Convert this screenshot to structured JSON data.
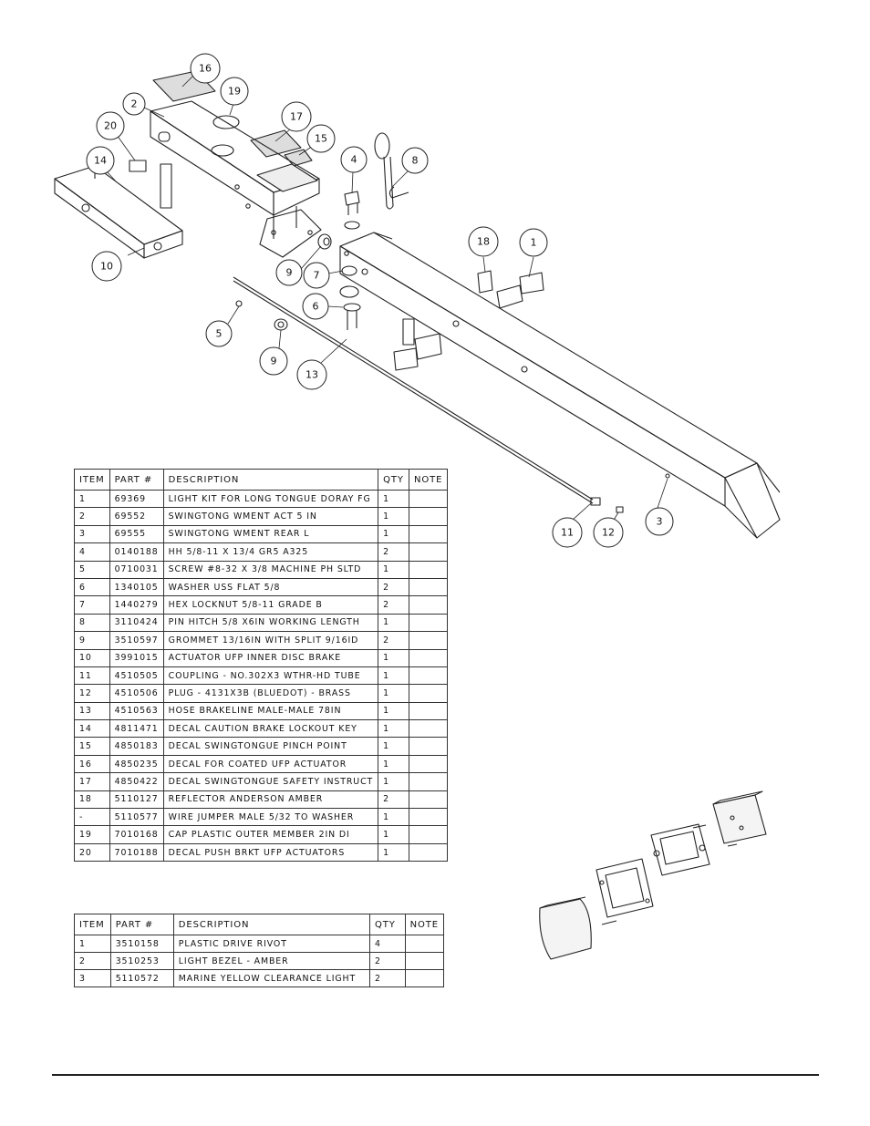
{
  "callouts": [
    {
      "id": "c16",
      "label": "16"
    },
    {
      "id": "c19",
      "label": "19"
    },
    {
      "id": "c2",
      "label": "2"
    },
    {
      "id": "c20",
      "label": "20"
    },
    {
      "id": "c17",
      "label": "17"
    },
    {
      "id": "c15",
      "label": "15"
    },
    {
      "id": "c14",
      "label": "14"
    },
    {
      "id": "c4",
      "label": "4"
    },
    {
      "id": "c8",
      "label": "8"
    },
    {
      "id": "c18",
      "label": "18"
    },
    {
      "id": "c1",
      "label": "1"
    },
    {
      "id": "c10",
      "label": "10"
    },
    {
      "id": "c9a",
      "label": "9"
    },
    {
      "id": "c7",
      "label": "7"
    },
    {
      "id": "c6",
      "label": "6"
    },
    {
      "id": "c5",
      "label": "5"
    },
    {
      "id": "c9b",
      "label": "9"
    },
    {
      "id": "c13",
      "label": "13"
    },
    {
      "id": "c11",
      "label": "11"
    },
    {
      "id": "c12",
      "label": "12"
    },
    {
      "id": "c3",
      "label": "3"
    }
  ],
  "main_table": {
    "headers": [
      "ITEM",
      "PART #",
      "DESCRIPTION",
      "QTY",
      "NOTE"
    ],
    "rows": [
      [
        "1",
        "69369",
        "LIGHT KIT FOR LONG TONGUE DORAY FG",
        "1",
        ""
      ],
      [
        "2",
        "69552",
        "SWINGTONG WMENT ACT 5 IN",
        "1",
        ""
      ],
      [
        "3",
        "69555",
        "SWINGTONG WMENT REAR L",
        "1",
        ""
      ],
      [
        "4",
        "0140188",
        "HH 5/8-11 X 13/4 GR5 A325",
        "2",
        ""
      ],
      [
        "5",
        "0710031",
        "SCREW #8-32 X 3/8 MACHINE PH SLTD",
        "1",
        ""
      ],
      [
        "6",
        "1340105",
        "WASHER USS FLAT 5/8",
        "2",
        ""
      ],
      [
        "7",
        "1440279",
        "HEX LOCKNUT 5/8-11 GRADE B",
        "2",
        ""
      ],
      [
        "8",
        "3110424",
        "PIN HITCH 5/8 X6IN WORKING LENGTH",
        "1",
        ""
      ],
      [
        "9",
        "3510597",
        "GROMMET 13/16IN WITH SPLIT 9/16ID",
        "2",
        ""
      ],
      [
        "10",
        "3991015",
        "ACTUATOR UFP INNER DISC BRAKE",
        "1",
        ""
      ],
      [
        "11",
        "4510505",
        "COUPLING - NO.302X3 WTHR-HD TUBE",
        "1",
        ""
      ],
      [
        "12",
        "4510506",
        "PLUG - 4131X3B (BLUEDOT) - BRASS",
        "1",
        ""
      ],
      [
        "13",
        "4510563",
        "HOSE BRAKELINE MALE-MALE 78IN",
        "1",
        ""
      ],
      [
        "14",
        "4811471",
        "DECAL CAUTION BRAKE LOCKOUT KEY",
        "1",
        ""
      ],
      [
        "15",
        "4850183",
        "DECAL SWINGTONGUE PINCH POINT",
        "1",
        ""
      ],
      [
        "16",
        "4850235",
        "DECAL FOR COATED UFP ACTUATOR",
        "1",
        ""
      ],
      [
        "17",
        "4850422",
        "DECAL SWINGTONGUE SAFETY INSTRUCT",
        "1",
        ""
      ],
      [
        "18",
        "5110127",
        "REFLECTOR ANDERSON AMBER",
        "2",
        ""
      ],
      [
        "-",
        "5110577",
        "WIRE JUMPER MALE 5/32 TO WASHER",
        "1",
        ""
      ],
      [
        "19",
        "7010168",
        "CAP PLASTIC OUTER MEMBER 2IN DI",
        "1",
        ""
      ],
      [
        "20",
        "7010188",
        "DECAL PUSH BRKT UFP ACTUATORS",
        "1",
        ""
      ]
    ]
  },
  "light_table": {
    "headers": [
      "ITEM",
      "PART #",
      "DESCRIPTION",
      "QTY",
      "NOTE"
    ],
    "rows": [
      [
        "1",
        "3510158",
        "PLASTIC DRIVE RIVOT",
        "4",
        ""
      ],
      [
        "2",
        "3510253",
        "LIGHT BEZEL - AMBER",
        "2",
        ""
      ],
      [
        "3",
        "5110572",
        "MARINE YELLOW CLEARANCE LIGHT",
        "2",
        ""
      ]
    ]
  }
}
